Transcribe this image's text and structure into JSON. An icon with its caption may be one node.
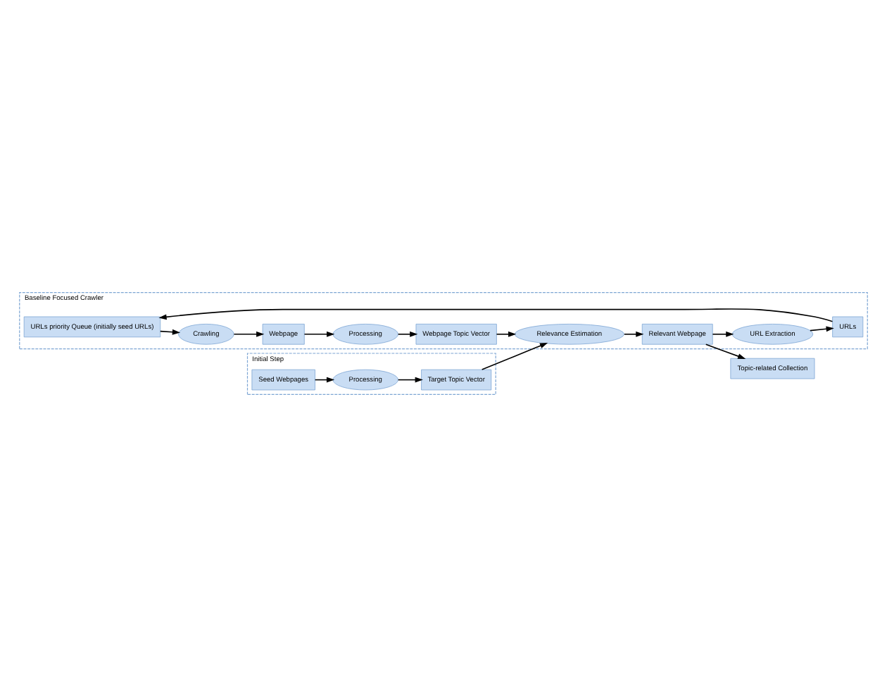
{
  "diagram": {
    "nodes": [
      {
        "text": [
          "Baseline Focused Crawler"
        ]
      },
      {
        "text": [
          "URLs priority Queue (initially seed URLs)"
        ],
        "in": 0
      },
      {
        "text": [
          "URLs"
        ],
        "in": 0
      },
      {
        "text": [
          "Crawling"
        ],
        "in": 0
      },
      {
        "text": [
          "Webpage"
        ],
        "in": 0
      },
      {
        "text": [
          "Processing"
        ],
        "in": 0
      },
      {
        "text": [
          "Webpage Topic Vector"
        ],
        "in": 0
      },
      {
        "text": [
          "URL Extraction"
        ],
        "in": 0
      },
      {
        "text": [
          "Relevance Estimation"
        ],
        "in": 0
      },
      {
        "text": [
          "Relevant Webpage"
        ],
        "in": 0
      },
      {
        "text": [
          "Initial Step"
        ]
      },
      {
        "text": [
          "Seed Webpages"
        ],
        "in": 10
      },
      {
        "text": [
          "Processing"
        ],
        "in": 10
      },
      {
        "text": [
          "Target Topic Vector"
        ],
        "in": 10
      },
      {
        "text": [
          "Topic-related Collection"
        ]
      }
    ],
    "edges": [
      {
        "from": 2,
        "to": 1,
        "arrow": "to"
      },
      {
        "from": 1,
        "to": 3,
        "arrow": "to"
      },
      {
        "from": 3,
        "to": 4,
        "arrow": "to"
      },
      {
        "from": 4,
        "to": 5,
        "arrow": "to"
      },
      {
        "from": 5,
        "to": 6,
        "arrow": "to"
      },
      {
        "from": 6,
        "to": 8,
        "arrow": "to"
      },
      {
        "from": 8,
        "to": 9,
        "arrow": "to"
      },
      {
        "from": 9,
        "to": 7,
        "arrow": "to"
      },
      {
        "from": 7,
        "to": 2,
        "arrow": "to"
      },
      {
        "from": 9,
        "to": 14,
        "arrow": "to"
      },
      {
        "from": 11,
        "to": 12,
        "arrow": "to"
      },
      {
        "from": 12,
        "to": 13,
        "arrow": "to"
      },
      {
        "from": 13,
        "to": 8,
        "arrow": "to"
      }
    ]
  }
}
